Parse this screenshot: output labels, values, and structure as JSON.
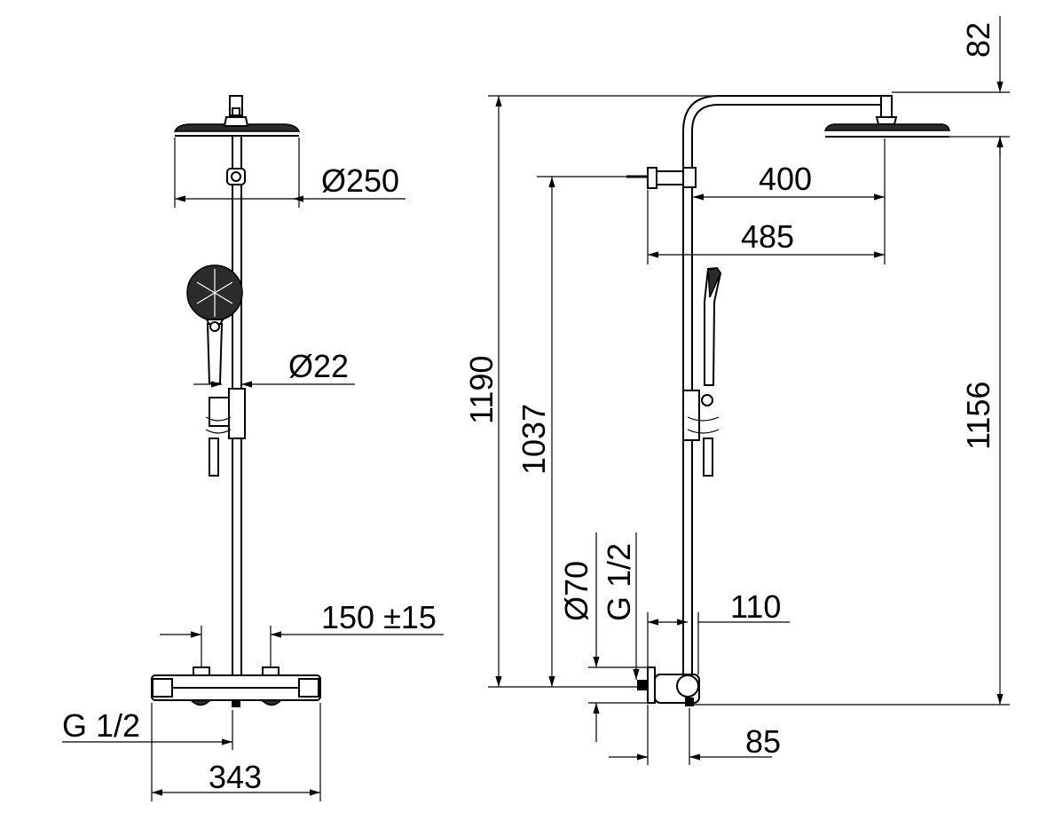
{
  "front_view": {
    "dimensions": {
      "head_diameter": "Ø250",
      "pipe_diameter": "Ø22",
      "inlet_spacing": "150 ±15",
      "connection_thread": "G 1/2",
      "mixer_width": "343"
    }
  },
  "side_view": {
    "dimensions": {
      "arm_projection": "400",
      "head_center_reach": "485",
      "total_height": "1190",
      "holder_height": "1037",
      "rosette_diameter": "Ø70",
      "connection_thread": "G 1/2",
      "wall_to_pipe": "110",
      "wall_to_mixer": "85",
      "head_height": "1156",
      "head_offset": "82"
    }
  }
}
